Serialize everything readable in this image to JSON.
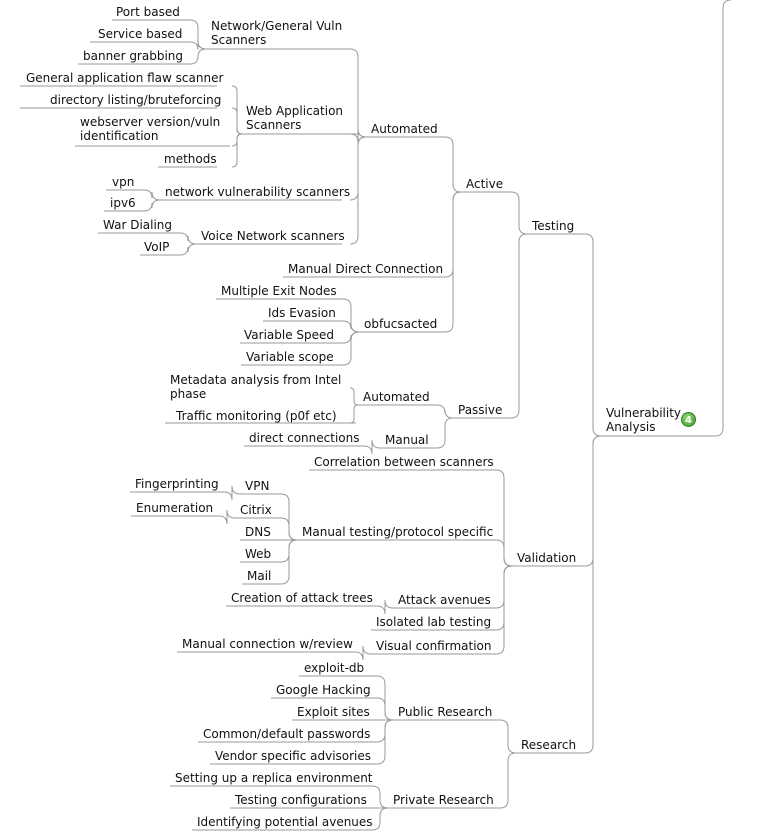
{
  "root": {
    "label": "Vulnerability Analysis",
    "badge": "4"
  },
  "nodes": {
    "port_based": "Port based",
    "service_based": "Service based",
    "banner_grabbing": "banner grabbing",
    "network_general_vuln_scanners": "Network/General Vuln Scanners",
    "general_app_flaw_scanner": "General application flaw scanner",
    "directory_listing": "directory listing/bruteforcing",
    "webserver_version": "webserver version/vuln identification",
    "methods": "methods",
    "web_app_scanners": "Web Application Scanners",
    "vpn_lower": "vpn",
    "ipv6": "ipv6",
    "network_vuln_scanners": "network vulnerability scanners",
    "war_dialing": "War Dialing",
    "voip": "VoIP",
    "voice_network_scanners": "Voice Network scanners",
    "automated_active": "Automated",
    "manual_direct_connection": "Manual Direct Connection",
    "multiple_exit_nodes": "Multiple Exit Nodes",
    "ids_evasion": "Ids Evasion",
    "variable_speed": "Variable Speed",
    "variable_scope": "Variable scope",
    "obfuscated": "obfucsacted",
    "active": "Active",
    "metadata_analysis": "Metadata analysis from Intel phase",
    "traffic_monitoring": "Traffic monitoring (p0f etc)",
    "automated_passive": "Automated",
    "direct_connections": "direct connections",
    "manual_passive": "Manual",
    "passive": "Passive",
    "testing": "Testing",
    "correlation": "Correlation between scanners",
    "fingerprinting": "Fingerprinting",
    "vpn_upper": "VPN",
    "enumeration": "Enumeration",
    "citrix": "Citrix",
    "dns": "DNS",
    "web": "Web",
    "mail": "Mail",
    "manual_testing": "Manual testing/protocol specific",
    "creation_attack_trees": "Creation of attack trees",
    "attack_avenues": "Attack avenues",
    "isolated_lab": "Isolated lab testing",
    "manual_connection_review": "Manual connection w/review",
    "visual_confirmation": "Visual confirmation",
    "validation": "Validation",
    "exploit_db": "exploit-db",
    "google_hacking": "Google Hacking",
    "exploit_sites": "Exploit sites",
    "common_default_passwords": "Common/default passwords",
    "vendor_advisories": "Vendor specific advisories",
    "public_research": "Public Research",
    "replica_environment": "Setting up a replica environment",
    "testing_configurations": "Testing configurations",
    "identifying_avenues": "Identifying potential avenues",
    "private_research": "Private Research",
    "research": "Research"
  }
}
